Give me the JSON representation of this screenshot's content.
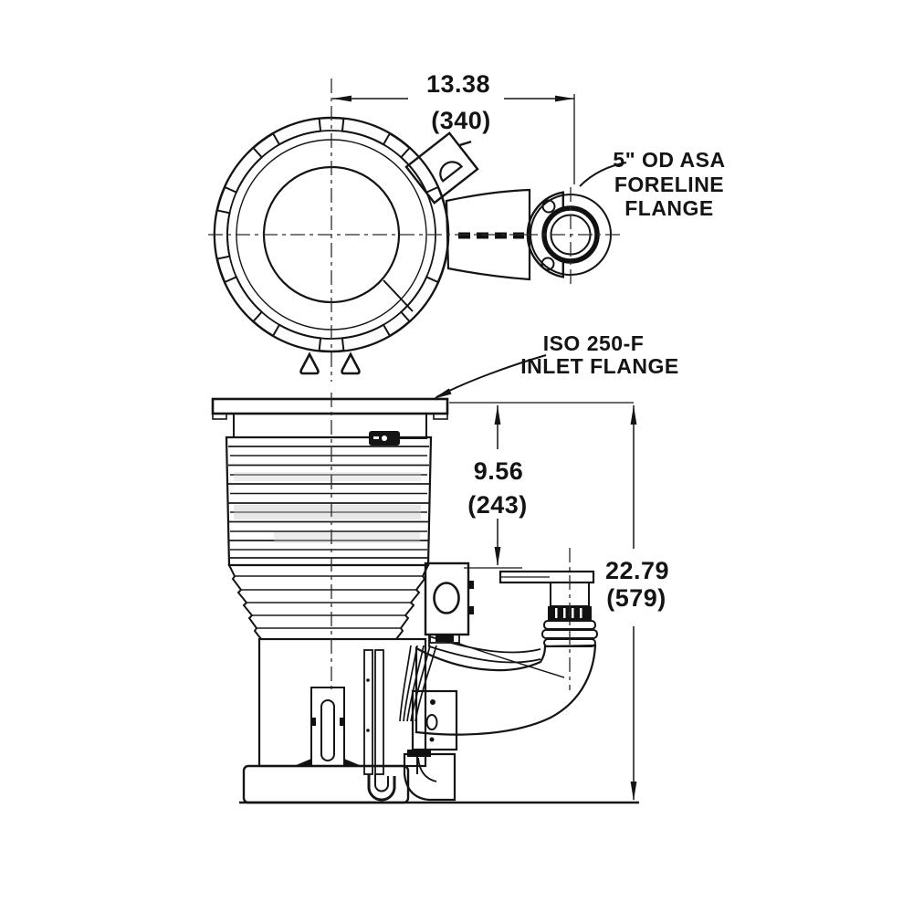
{
  "drawing": {
    "type": "technical outline drawing, pump with inlet and foreline flanges",
    "colors": {
      "background": "#ffffff",
      "ink": "#141414",
      "surface": "#ededed"
    },
    "dimensions": {
      "width": {
        "in": "13.38",
        "mm": "(340)"
      },
      "inlet_to_foreline": {
        "in": "9.56",
        "mm": "(243)"
      },
      "overall_height": {
        "in": "22.79",
        "mm": "(579)"
      }
    },
    "labels": {
      "foreline": {
        "line1": "5\" OD ASA",
        "line2": "FORELINE",
        "line3": "FLANGE"
      },
      "inlet": {
        "line1": "ISO 250-F",
        "line2": "INLET FLANGE"
      }
    }
  }
}
